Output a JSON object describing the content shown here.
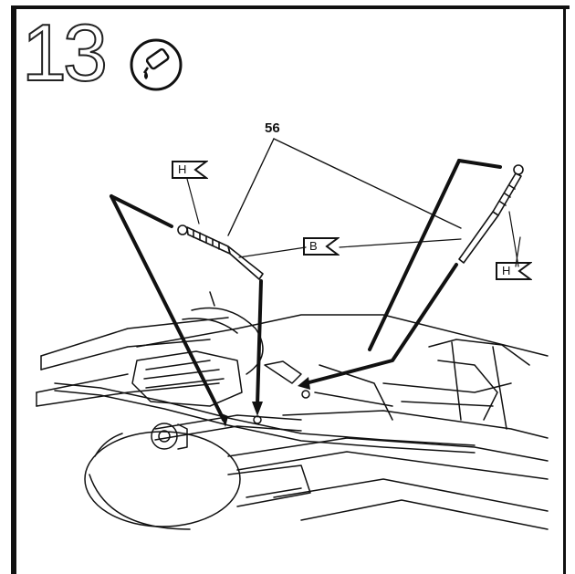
{
  "step": {
    "number": "13"
  },
  "callout": {
    "part_number": "56"
  },
  "flags": {
    "left_top": "H",
    "middle": "B",
    "right": "H"
  },
  "icons": {
    "step_badge": "grease-lubricant-icon",
    "flag_marker": "arrow-flag-icon"
  },
  "colors": {
    "ink": "#111111",
    "paper": "#ffffff"
  }
}
